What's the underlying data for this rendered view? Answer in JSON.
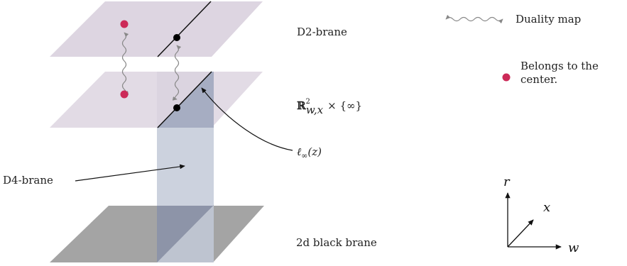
{
  "labels": {
    "d2_brane": "D2-brane",
    "plane_label_base": "ℝ",
    "plane_label_sup": "2",
    "plane_label_sub": "w,x",
    "plane_label_tail": "× {∞}",
    "ell_base": "ℓ",
    "ell_sub": "∞",
    "ell_arg": "(z)",
    "d4_brane": "D4-brane",
    "black_brane": "2d black brane"
  },
  "legend": {
    "duality_map": "Duality map",
    "center_line1": "Belongs to the",
    "center_line2": "center."
  },
  "axes": {
    "r": "r",
    "x": "x",
    "w": "w"
  },
  "colors": {
    "brane_plane": "#ddd5e1",
    "d4_brane": "#c3cad8",
    "black_brane": "#a4a4a4",
    "overlap": "#8d94a8",
    "center_dot": "#cc2a58",
    "intersection_dot": "#000000",
    "duality_arrow": "#888888"
  }
}
